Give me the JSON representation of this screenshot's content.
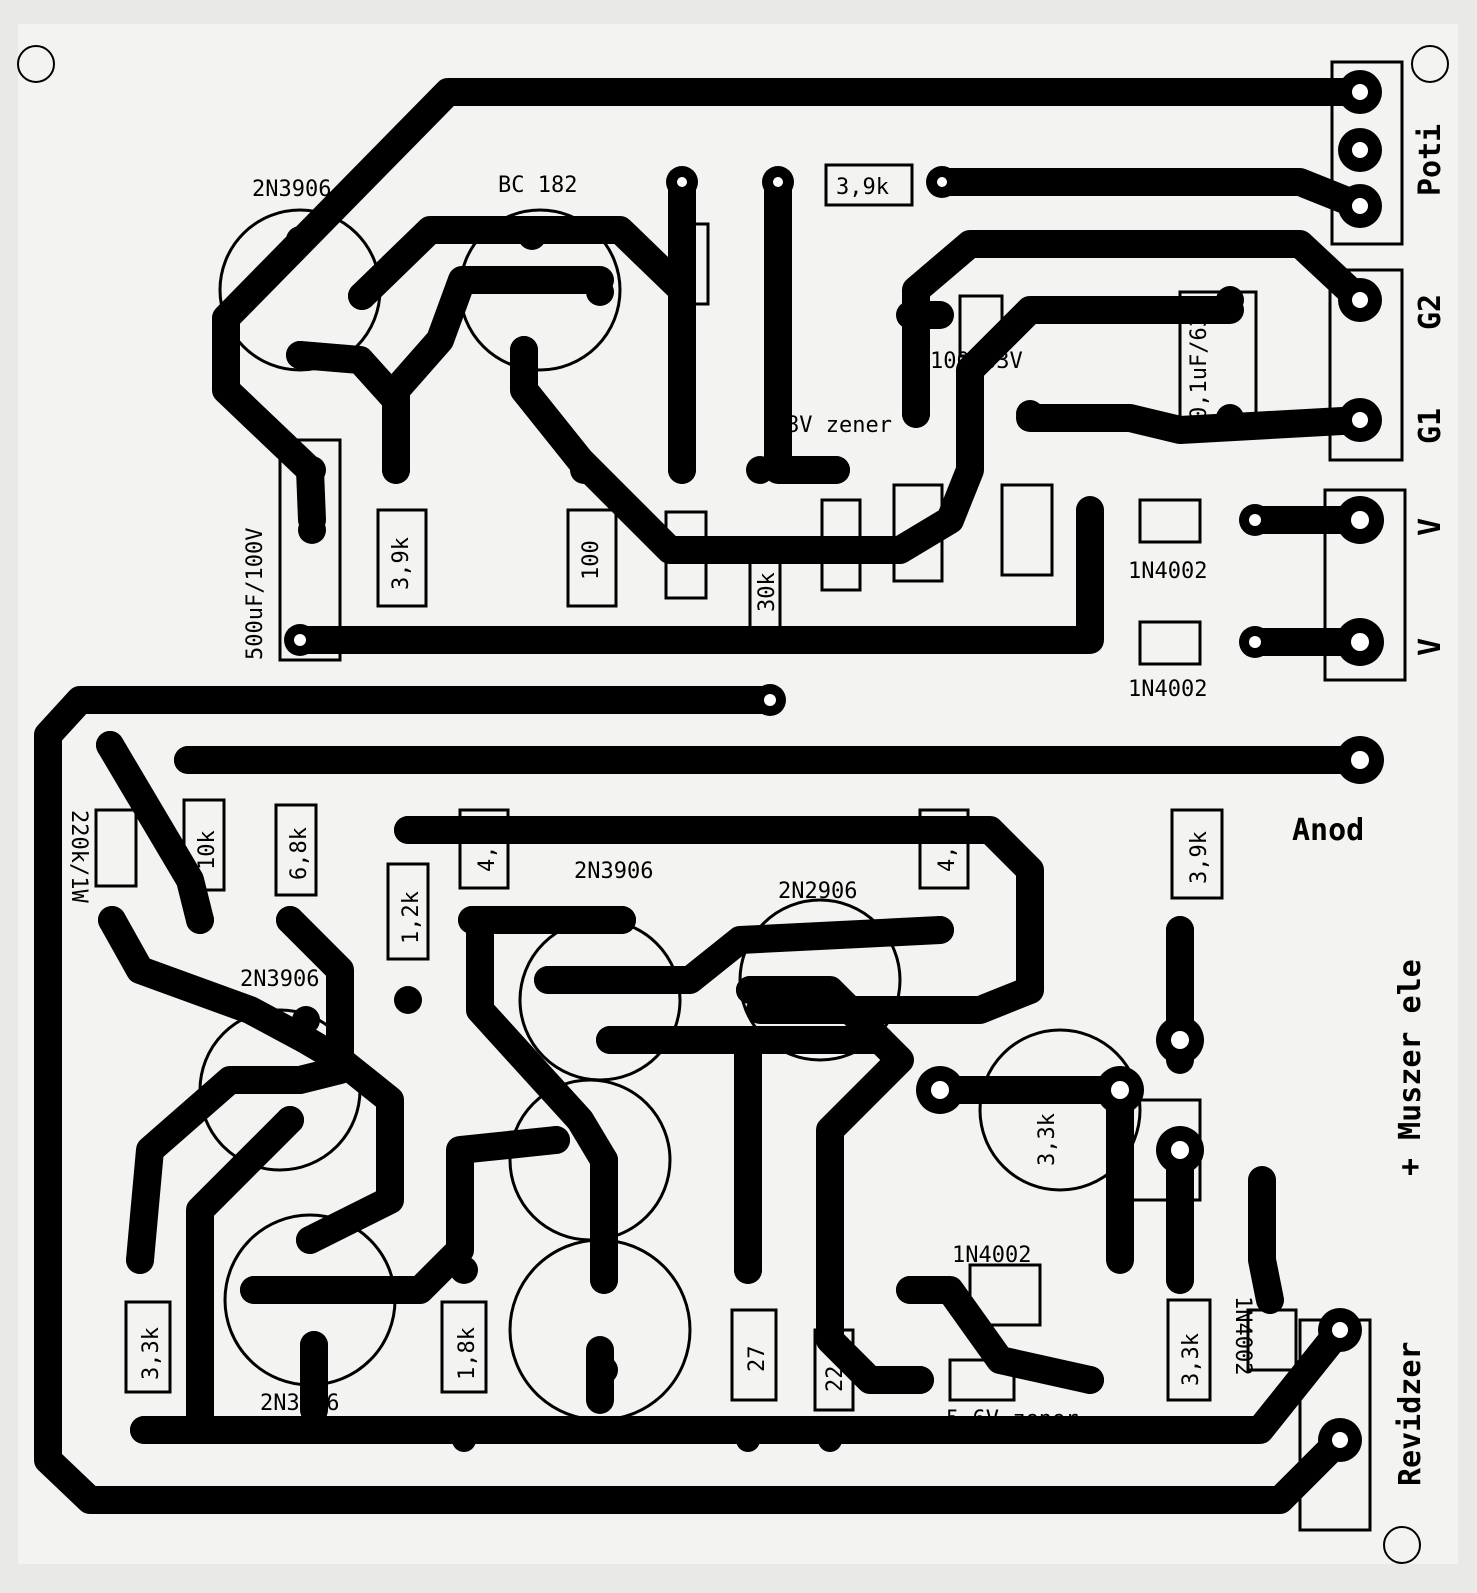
{
  "labels": {
    "q1": "2N3906",
    "q2": "BC 182",
    "r_top": "3,9k",
    "c_top": "100/63V",
    "z_top": "8V zener",
    "c_big": "500uF/100V",
    "r_39k": "3,9k",
    "r_100": "100",
    "r_30k": "30k",
    "c_right": "0,1uF/63V",
    "d1": "1N4002",
    "d2": "1N4002",
    "r_mid1": "10k",
    "r_mid2": "6,8k",
    "r_mid3": "1,2k",
    "r_mid4": "4,7",
    "r_mid5": "4,7",
    "r_mid6": "3,9k",
    "r_vert": "220k/1W",
    "q3": "2N3906",
    "q4": "2N2906",
    "q5": "2N3906",
    "q6": "2N3906",
    "d3": "1N4002",
    "z_bot": "5,6V zener",
    "r_b1": "3,3k",
    "r_b2": "1,8k",
    "r_b3": "27",
    "r_b4": "3,3k",
    "r_b5": "3,3k",
    "r_b6": "22",
    "d_bot": "1N4002",
    "conn_poti": "Poti",
    "conn_g1": "G1",
    "conn_g2": "G2",
    "conn_v1": "V",
    "conn_v2": "V",
    "conn_anod": "Anod",
    "conn_meas": "+ Muszer ele",
    "conn_rev": "Revidzer"
  },
  "colors": {
    "copper": "#000000",
    "board": "#f3f3f1",
    "hole": "#ffffff"
  }
}
